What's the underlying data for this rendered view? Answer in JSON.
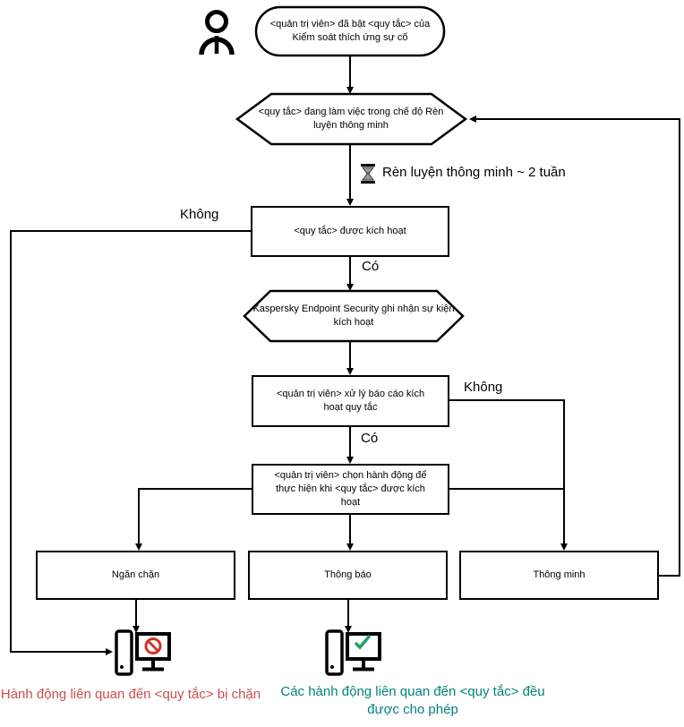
{
  "diagram": {
    "nodes": {
      "start": "<quản trị viên> đã bật <quy tắc> của Kiểm soát thích ứng sự cố",
      "training_mode": "<quy tắc> đang làm việc trong chế độ Rèn luyện thông minh",
      "rule_triggered": "<quy tắc> được kích hoạt",
      "event_logged": "Kaspersky Endpoint Security ghi nhận sự kiện kích hoạt",
      "admin_processes_report": "<quản trị viên> xử lý báo cáo kích hoạt quy tắc",
      "admin_chooses_action": "<quản trị viên> chọn hành động để thực hiện khi <quy tắc> được kích hoạt",
      "action_block": "Ngăn chặn",
      "action_notify": "Thông báo",
      "action_smart": "Thông minh"
    },
    "edge_labels": {
      "no_left": "Không",
      "yes_top": "Có",
      "no_right": "Không",
      "yes_bottom": "Có",
      "training_duration": "Rèn luyện thông minh ~ 2 tuần"
    },
    "captions": {
      "blocked": "Hành động liên quan đến <quy tắc> bị chặn",
      "allowed": "Các hành động liên quan đến <quy tắc> đều được cho phép"
    },
    "colors": {
      "line": "#000000",
      "node_fill": "#ffffff",
      "blocked_text": "#c9504c",
      "allowed_text": "#00837d",
      "prohibition_sign": "#d0342c",
      "check_mark": "#1fa15e",
      "hourglass_sand": "#999999"
    },
    "icons": {
      "actor": "person-icon",
      "wait": "hourglass-icon",
      "blocked_pc": "computer-blocked-icon",
      "allowed_pc": "computer-allowed-icon"
    }
  }
}
